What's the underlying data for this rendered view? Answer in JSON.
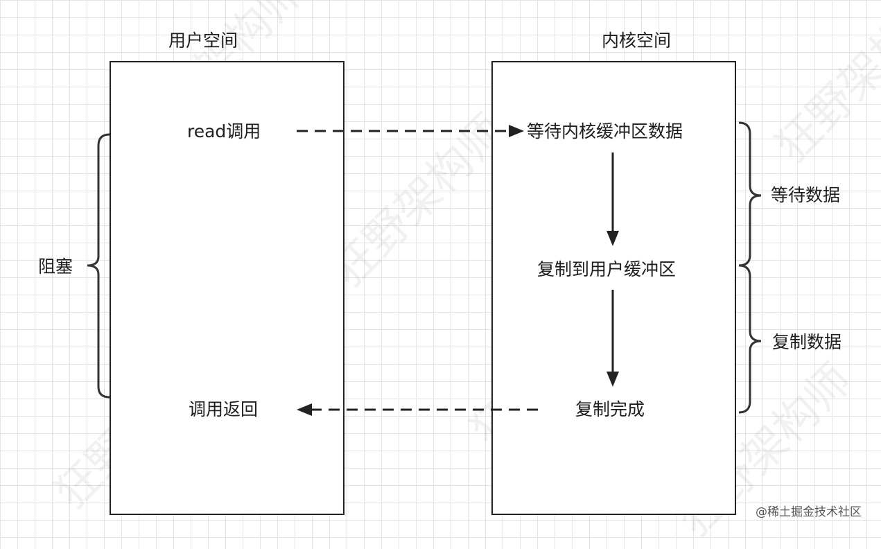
{
  "headers": {
    "user_space": "用户空间",
    "kernel_space": "内核空间"
  },
  "user_box": {
    "read_call": "read调用",
    "call_return": "调用返回"
  },
  "kernel_box": {
    "wait_kernel_buffer": "等待内核缓冲区数据",
    "copy_to_user": "复制到用户缓冲区",
    "copy_done": "复制完成"
  },
  "braces": {
    "blocking": "阻塞",
    "waiting_data": "等待数据",
    "copying_data": "复制数据"
  },
  "watermark": "狂野架构师",
  "credit": "@稀土掘金技术社区"
}
